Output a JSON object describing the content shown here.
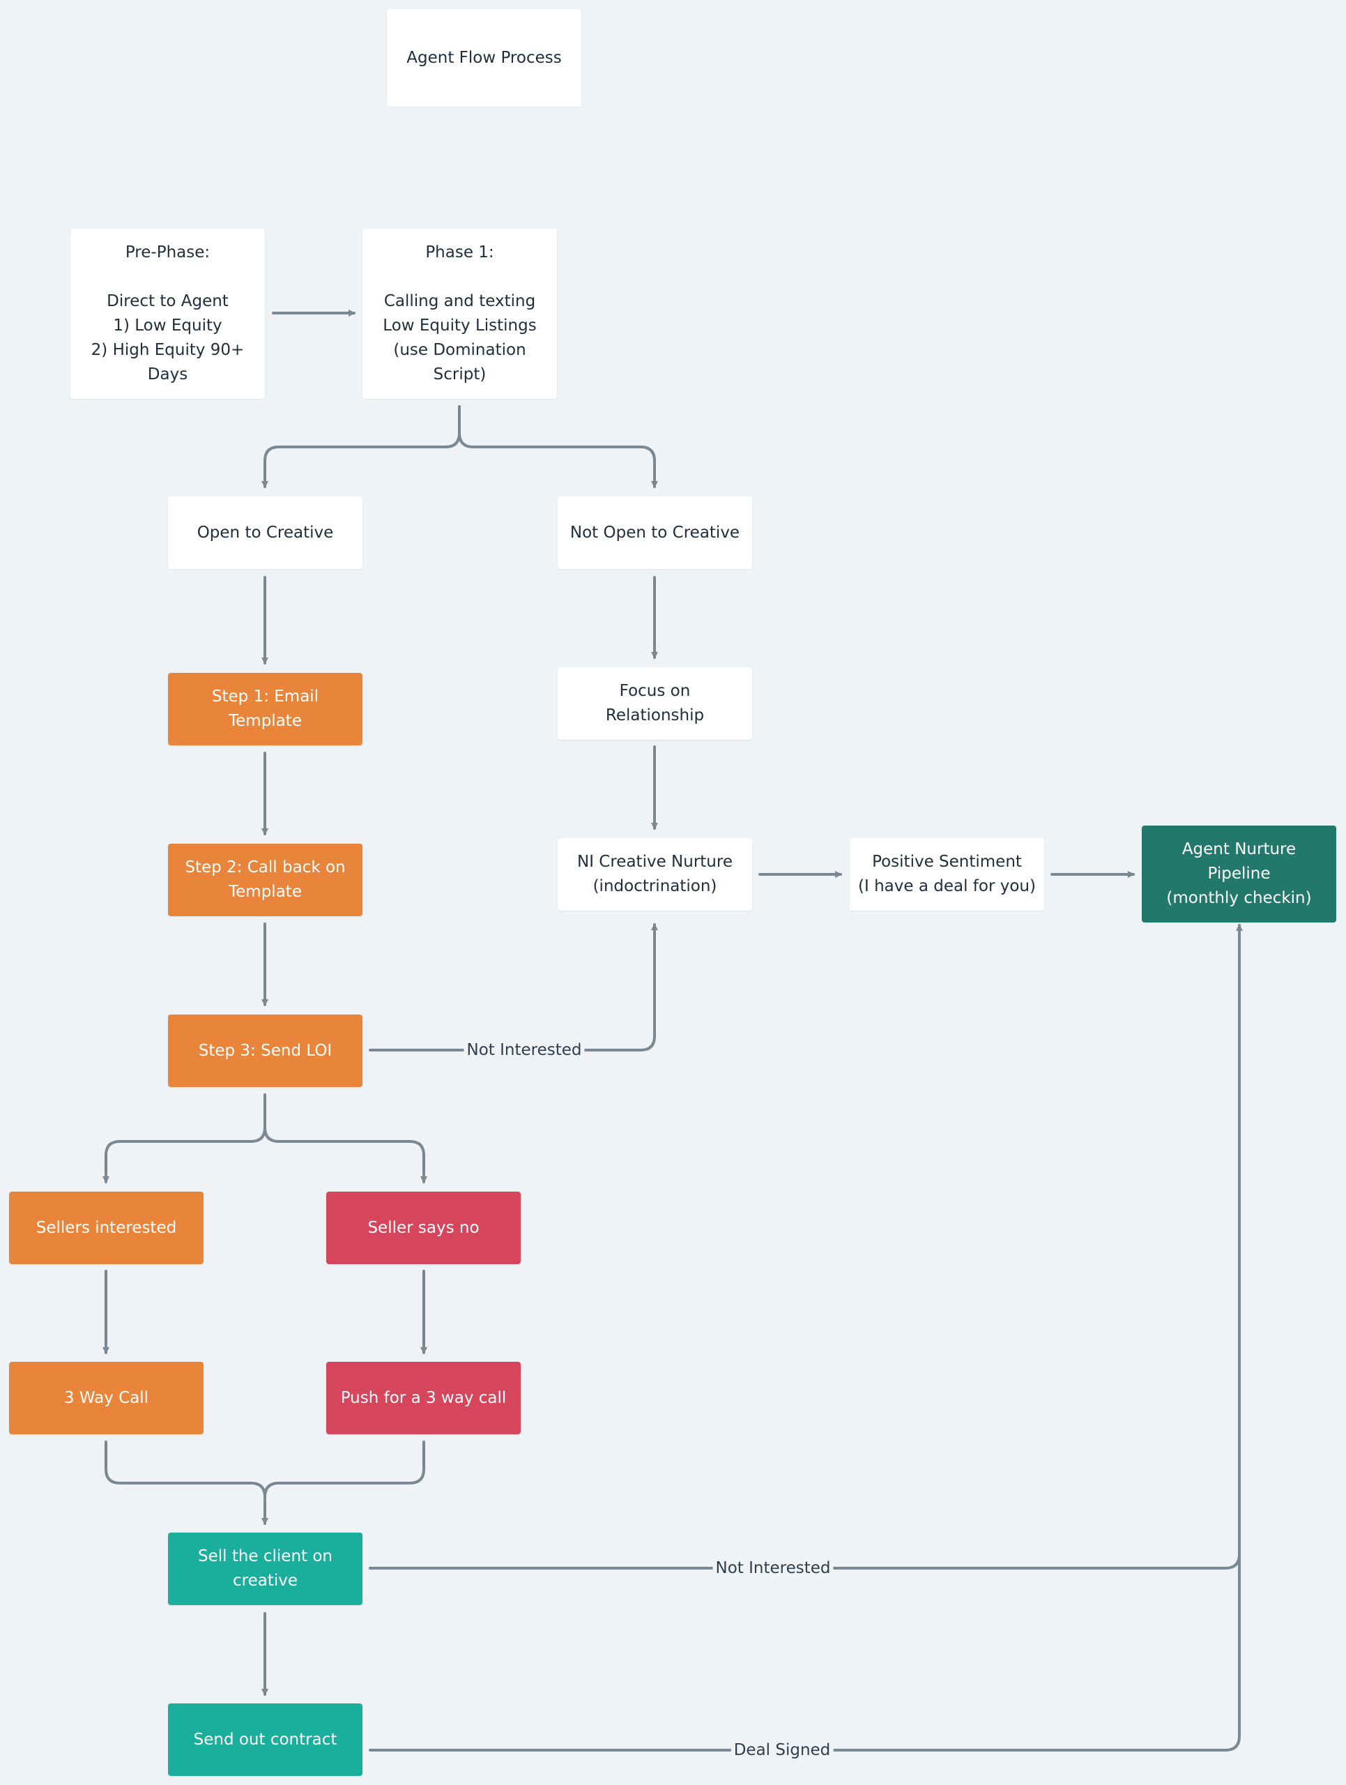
{
  "diagram": {
    "colors": {
      "background": "#eff3f6",
      "connector": "#7a8894",
      "default_fill": "#ffffff",
      "default_text": "#1f2d3d",
      "orange": "#e8853a",
      "red": "#d5455c",
      "teal": "#1aae9d",
      "dark_green": "#22786a",
      "light_text": "#ffffff"
    },
    "nodes": {
      "title": "Agent Flow Process",
      "pre_phase": "Pre-Phase:\n\nDirect to Agent\n1) Low Equity\n2) High Equity 90+\nDays",
      "phase1": "Phase 1:\n\nCalling and texting\nLow Equity Listings\n(use Domination\nScript)",
      "open_creative": "Open to Creative",
      "not_open_creative": "Not Open to Creative",
      "step1": "Step 1: Email\nTemplate",
      "focus_relationship": "Focus on\nRelationship",
      "step2": "Step 2: Call back on\nTemplate",
      "ni_nurture": "NI Creative Nurture\n(indoctrination)",
      "positive_sentiment": "Positive Sentiment\n(I have a deal for you)",
      "agent_pipeline": "Agent Nurture\nPipeline\n(monthly checkin)",
      "step3": "Step 3: Send LOI",
      "sellers_interested": "Sellers interested",
      "seller_no": "Seller says no",
      "three_way": "3 Way Call",
      "push_three_way": "Push for a 3 way call",
      "sell_client": "Sell the client on\ncreative",
      "send_contract": "Send out contract"
    },
    "edge_labels": {
      "step3_not_interested": "Not Interested",
      "sell_not_interested": "Not Interested",
      "deal_signed": "Deal Signed"
    }
  }
}
